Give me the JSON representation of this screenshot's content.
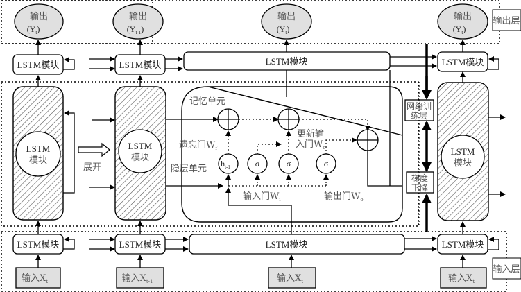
{
  "layers": {
    "output_layer": "输出层",
    "input_layer": "输入层",
    "network_training_layer": "网络训\n练层",
    "gradient_descent": "梯度\n下降"
  },
  "outputs": [
    {
      "label": "输出",
      "sub": "(Y",
      "idx": "t",
      "close": ")"
    },
    {
      "label": "输出",
      "sub": "(Y",
      "idx": "t-1",
      "close": ")"
    },
    {
      "label": "输出",
      "sub": "(Y",
      "idx": "t",
      "close": ")"
    },
    {
      "label": "输出",
      "sub": "(Y",
      "idx": "t",
      "close": ")"
    }
  ],
  "inputs": [
    {
      "label": "输入X",
      "idx": "t"
    },
    {
      "label": "输入X",
      "idx": "t-1"
    },
    {
      "label": "输入X",
      "idx": "t"
    },
    {
      "label": "输入X",
      "idx": "t"
    }
  ],
  "lstm_block_label": "LSTM模块",
  "big_block": {
    "line1": "LSTM",
    "line2": "模块"
  },
  "unfold_label": "展开",
  "cell": {
    "memory_unit": "记忆单元",
    "hidden_unit": "隐层单元",
    "forget_gate": "遗忘门W",
    "forget_idx": "f",
    "update_gate_line1": "更新输",
    "update_gate_line2": "入门W",
    "update_idx": "c",
    "input_gate": "输入门W",
    "input_idx": "i",
    "output_gate": "输出门W",
    "output_idx": "o",
    "h_prev": "h",
    "h_prev_idx": "t-1",
    "sigma": "σ"
  }
}
